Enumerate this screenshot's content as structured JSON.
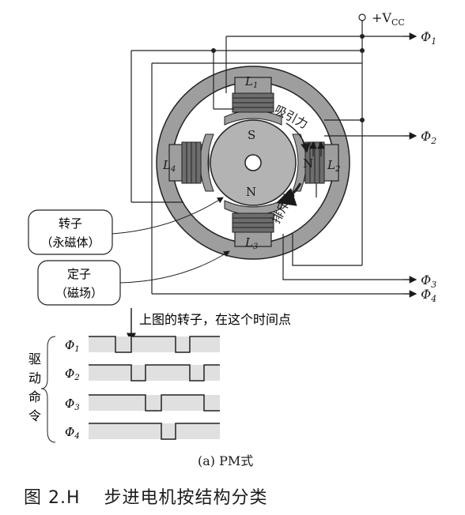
{
  "labels": {
    "vcc": "+V",
    "vcc_sub": "CC",
    "phi1": "Φ",
    "phi1_sub": "1",
    "phi2": "Φ",
    "phi2_sub": "2",
    "phi3": "Φ",
    "phi3_sub": "3",
    "phi4": "Φ",
    "phi4_sub": "4",
    "coil_l1": "L",
    "coil_l1_sub": "1",
    "coil_l2": "L",
    "coil_l2_sub": "2",
    "coil_l3": "L",
    "coil_l3_sub": "3",
    "coil_l4": "L",
    "coil_l4_sub": "4",
    "rotor_s": "S",
    "rotor_n": "N",
    "stator_n": "N",
    "attract": "吸引力",
    "repel": "排斥力",
    "rotor_box_1": "转子",
    "rotor_box_2": "（永磁体）",
    "stator_box_1": "定子",
    "stator_box_2": "（磁场）",
    "timepoint_note": "上图的转子，在这个时间点",
    "drive_cmd": [
      "驱",
      "动",
      "命",
      "令"
    ],
    "wave_phi": "Φ",
    "wave_subs": [
      "1",
      "2",
      "3",
      "4"
    ]
  },
  "subcaption": "(a) PM式",
  "caption": {
    "number": "图 2.H",
    "title": "步进电机按结构分类"
  }
}
